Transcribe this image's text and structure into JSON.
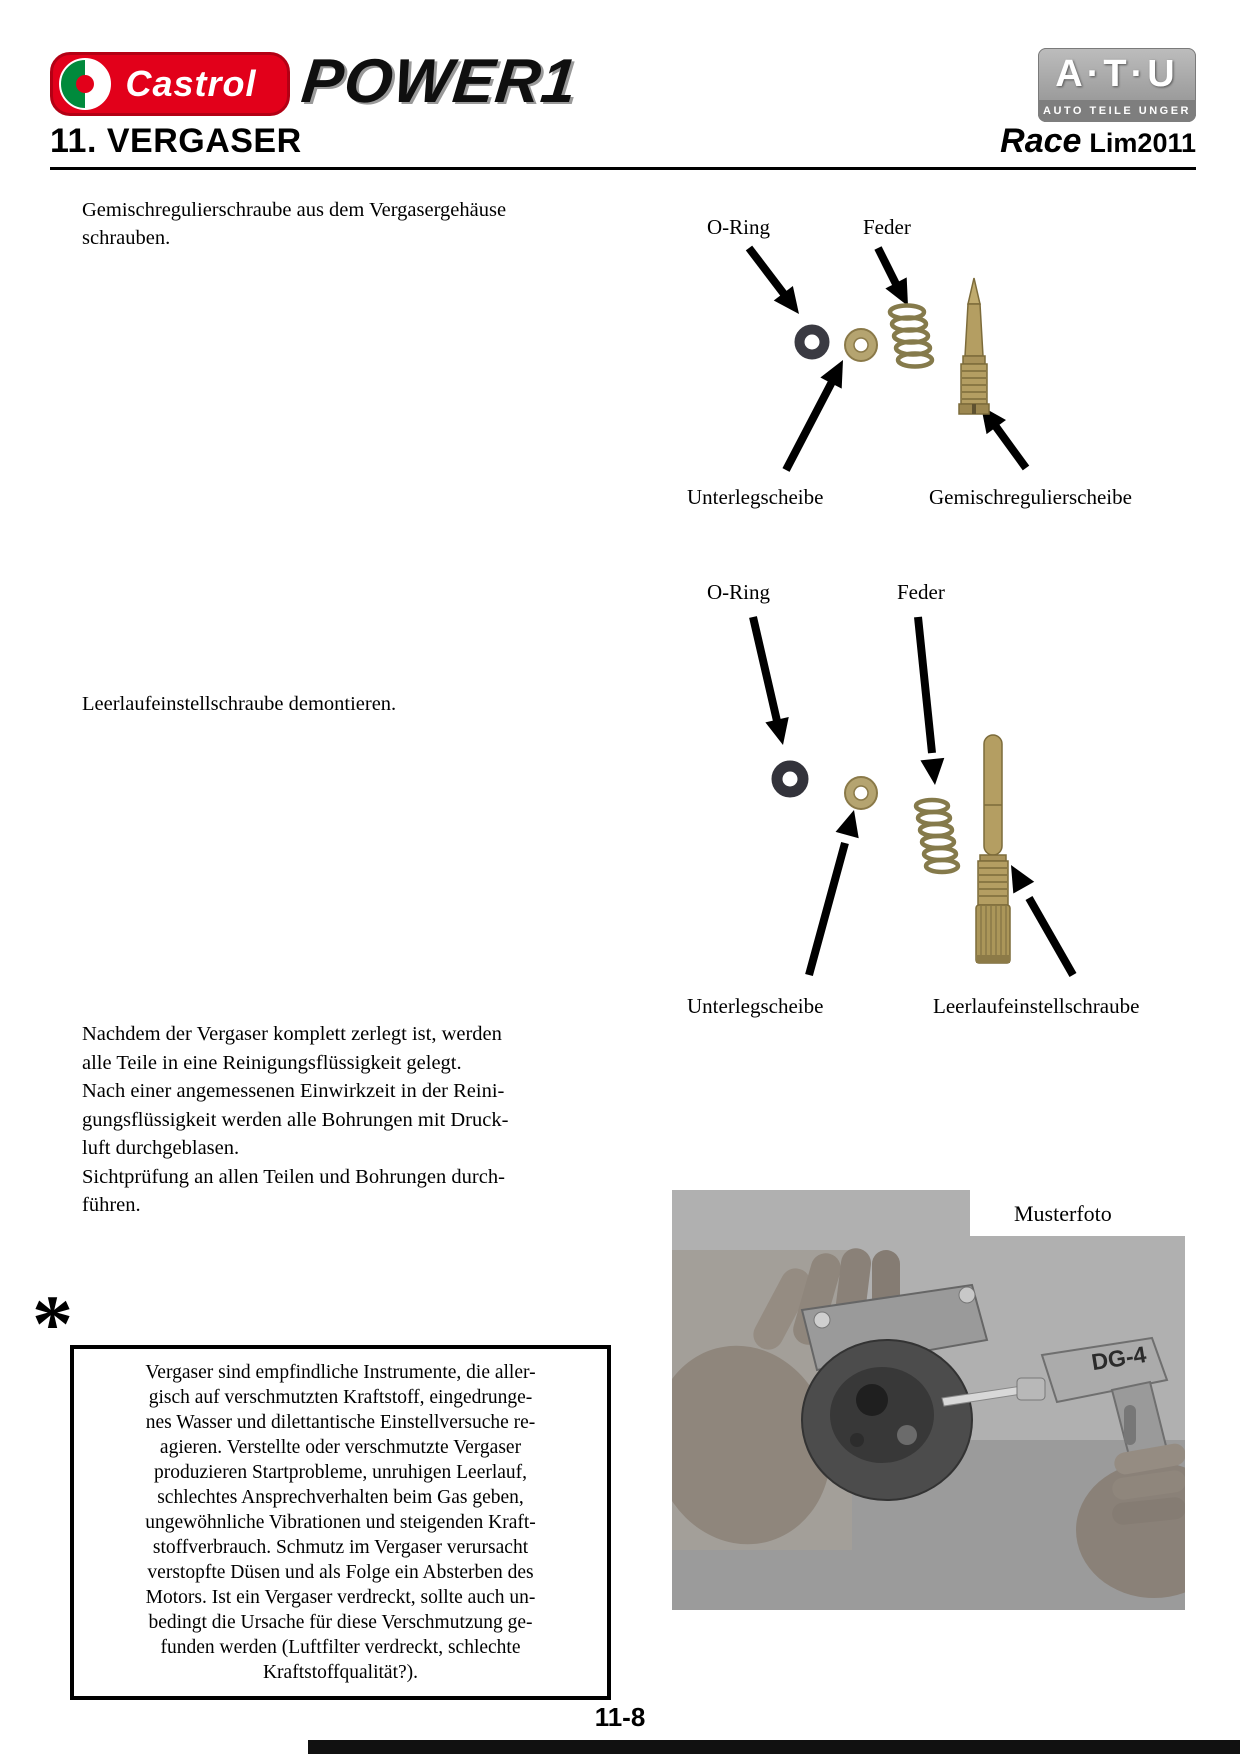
{
  "branding": {
    "castrol_text": "Castrol",
    "power1_text": "POWER1",
    "atu_letters": "A·T·U",
    "atu_tagline": "AUTO TEILE UNGER"
  },
  "header": {
    "section_title": "11. VERGASER",
    "model_name": "Race",
    "model_code": "Lim2011"
  },
  "steps": {
    "step1": "Gemischregulierschraube aus dem Vergasergehäuse\nschrauben.",
    "step2": "Leerlaufeinstellschraube demontieren.",
    "cleaning": "Nachdem der Vergaser komplett zerlegt ist, werden\nalle Teile in eine Reinigungsflüssigkeit gelegt.\nNach einer angemessenen Einwirkzeit in der Reini-\ngungsflüssigkeit werden alle Bohrungen mit Druck-\nluft durchgeblasen.\nSichtprüfung an allen Teilen und Bohrungen durch-\nführen."
  },
  "diagram_mixture_screw": {
    "label_oring": "O-Ring",
    "label_spring": "Feder",
    "label_washer": "Unterlegscheibe",
    "label_screw": "Gemischregulierscheibe"
  },
  "diagram_idle_screw": {
    "label_oring": "O-Ring",
    "label_spring": "Feder",
    "label_washer": "Unterlegscheibe",
    "label_screw": "Leerlaufeinstellschraube"
  },
  "photo": {
    "caption": "Musterfoto",
    "tool_marking": "DG-4"
  },
  "note": {
    "marker": "*",
    "text": "Vergaser sind empfindliche Instrumente, die aller-\ngisch auf verschmutzten Kraftstoff, eingedrunge-\nnes Wasser und dilettantische Einstellversuche re-\nagieren. Verstellte oder verschmutzte Vergaser\nproduzieren Startprobleme, unruhigen Leerlauf,\nschlechtes Ansprechverhalten beim Gas geben,\nungewöhnliche Vibrationen und steigenden Kraft-\nstoffverbrauch. Schmutz im Vergaser verursacht\nverstopfte Düsen und als Folge ein Absterben des\nMotors. Ist ein Vergaser verdreckt, sollte auch un-\nbedingt die Ursache für diese Verschmutzung ge-\nfunden werden (Luftfilter verdreckt, schlechte\nKraftstoffqualität?)."
  },
  "footer": {
    "page_number": "11-8"
  },
  "colors": {
    "castrol_red": "#e2001a",
    "atu_silver": "#a9a9a9",
    "brass": "#b5a470",
    "oring_dark": "#3a3a42"
  }
}
